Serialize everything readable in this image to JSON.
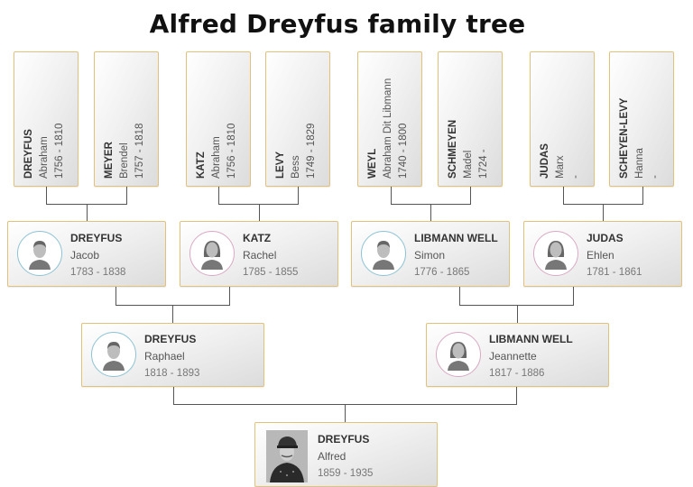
{
  "title": "Alfred Dreyfus family tree",
  "generations": {
    "great_grandparents": [
      {
        "surname": "DREYFUS",
        "given": "Abraham",
        "years": "1756 - 1810"
      },
      {
        "surname": "MEYER",
        "given": "Brendel",
        "years": "1757 - 1818"
      },
      {
        "surname": "KATZ",
        "given": "Abraham",
        "years": "1756 - 1810"
      },
      {
        "surname": "LEVY",
        "given": "Bess",
        "years": "1749 - 1829"
      },
      {
        "surname": "WEYL",
        "given": "Abraham Dit Libmann",
        "years": "1740 - 1800"
      },
      {
        "surname": "SCHMEYEN",
        "given": "Madel",
        "years": "1724 -"
      },
      {
        "surname": "JUDAS",
        "given": "Marx",
        "years": "-"
      },
      {
        "surname": "SCHEYEN-LEVY",
        "given": "Hanna",
        "years": "-"
      }
    ],
    "grandparents": [
      {
        "surname": "DREYFUS",
        "given": "Jacob",
        "years": "1783 - 1838",
        "avatar": "male-avatar-icon"
      },
      {
        "surname": "KATZ",
        "given": "Rachel",
        "years": "1785 - 1855",
        "avatar": "female-avatar-icon"
      },
      {
        "surname": "LIBMANN WELL",
        "given": "Simon",
        "years": "1776 - 1865",
        "avatar": "male-avatar-icon"
      },
      {
        "surname": "JUDAS",
        "given": "Ehlen",
        "years": "1781 - 1861",
        "avatar": "female-avatar-icon"
      }
    ],
    "parents": [
      {
        "surname": "DREYFUS",
        "given": "Raphael",
        "years": "1818 - 1893",
        "avatar": "male-avatar-icon"
      },
      {
        "surname": "LIBMANN WELL",
        "given": "Jeannette",
        "years": "1817 - 1886",
        "avatar": "female-avatar-icon"
      }
    ],
    "subject": {
      "surname": "DREYFUS",
      "given": "Alfred",
      "years": "1859 - 1935",
      "avatar": "portrait-photo"
    }
  },
  "colors": {
    "box_border": "#e2c27a",
    "male_ring": "#8cc3d4",
    "female_ring": "#d9a8c2",
    "connector": "#555555"
  }
}
